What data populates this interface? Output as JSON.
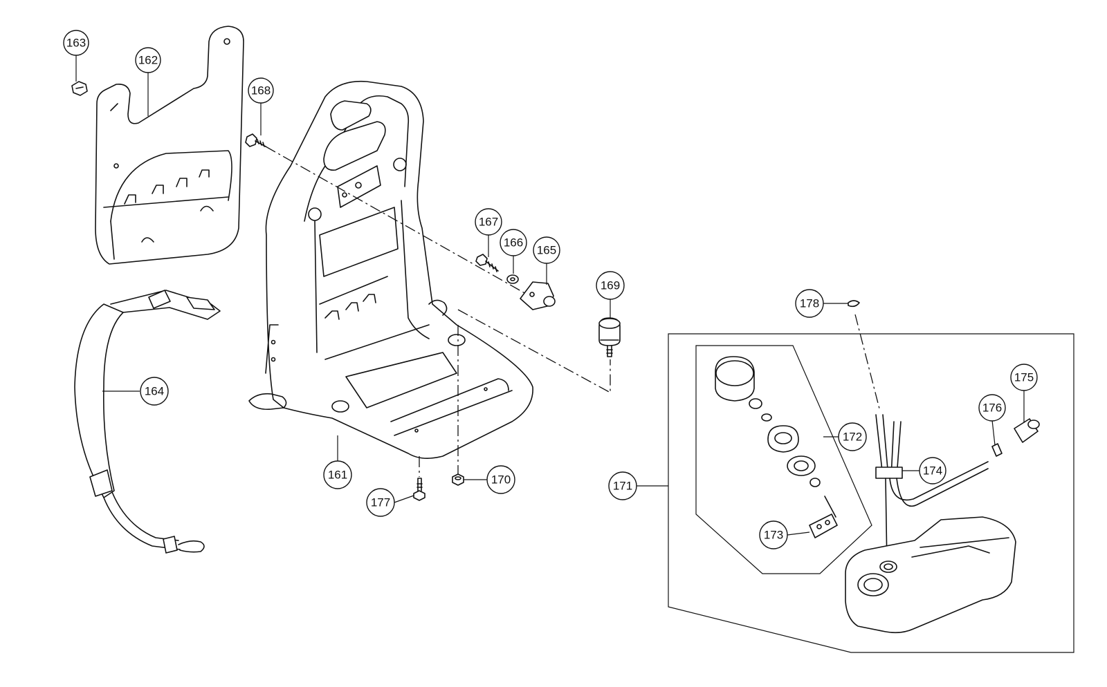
{
  "callouts": {
    "c161": "161",
    "c162": "162",
    "c163": "163",
    "c164": "164",
    "c165": "165",
    "c166": "166",
    "c167": "167",
    "c168": "168",
    "c169": "169",
    "c170": "170",
    "c171": "171",
    "c172": "172",
    "c173": "173",
    "c174": "174",
    "c175": "175",
    "c176": "176",
    "c177": "177",
    "c178": "178"
  }
}
